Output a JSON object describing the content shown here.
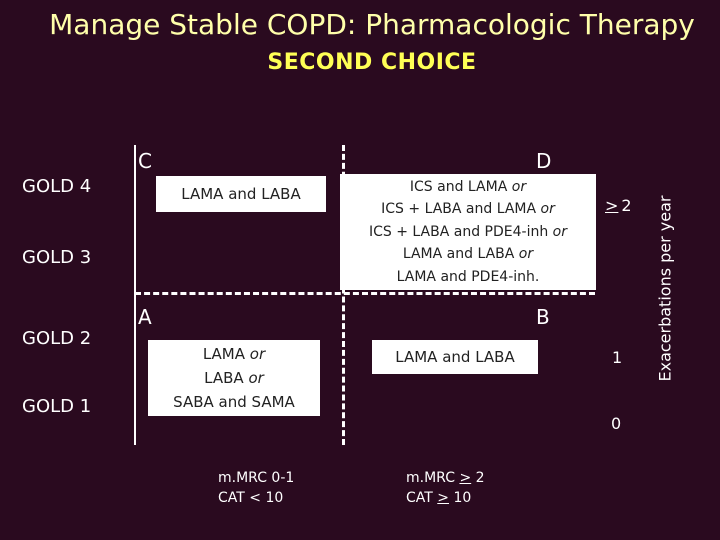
{
  "header": {
    "title": "Manage Stable COPD:  Pharmacologic Therapy",
    "subtitle": "SECOND CHOICE"
  },
  "rows": {
    "gold4": "GOLD 4",
    "gold3": "GOLD 3",
    "gold2": "GOLD 2",
    "gold1": "GOLD 1"
  },
  "quadrants": {
    "C": {
      "letter": "C",
      "line1": "LAMA and LABA"
    },
    "D": {
      "letter": "D",
      "line1_main": "ICS and LAMA ",
      "line1_em": "or",
      "line2_main": "ICS + LABA and LAMA ",
      "line2_em": "or",
      "line3_main": "ICS + LABA and PDE4-inh ",
      "line3_em": "or",
      "line4_main": "LAMA and LABA ",
      "line4_em": "or",
      "line5": "LAMA and PDE4-inh."
    },
    "A": {
      "letter": "A",
      "line1_main": "LAMA ",
      "line1_em": "or",
      "line2_main": "LABA ",
      "line2_em": "or",
      "line3": "SABA and SAMA"
    },
    "B": {
      "letter": "B",
      "line1": "LAMA and LABA"
    }
  },
  "exacerbations": {
    "ge2_symbol": ">",
    "ge2_value": "2",
    "one": "1",
    "zero": "0",
    "axis_label": "Exacerbations per year"
  },
  "bottom": {
    "left_line1": "m.MRC 0-1",
    "left_line2": "CAT < 10",
    "right_line1_a": "m.MRC ",
    "right_line1_sym": ">",
    "right_line1_b": " 2",
    "right_line2_a": "CAT ",
    "right_line2_sym": ">",
    "right_line2_b": " 10"
  }
}
